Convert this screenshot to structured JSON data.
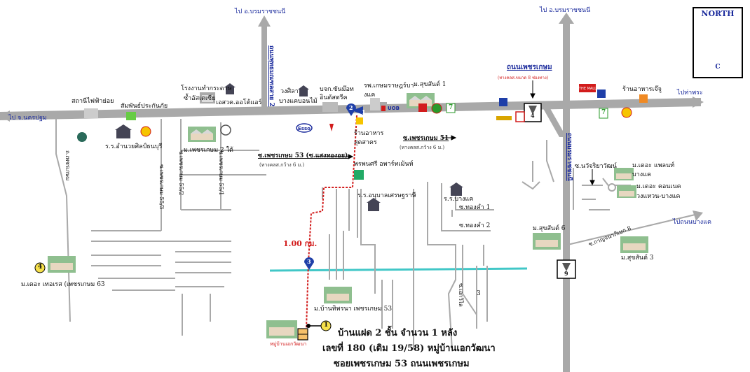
{
  "north_label": "NORTH",
  "north_sub": "C",
  "directions": {
    "top_left": "ไป อ.บรมราชชนนี",
    "top_right": "ไป อ.บรมราชชนนี",
    "left": "ไป จ.นครปฐม",
    "right": "ไปท่าพระ",
    "right_lower": "ไปถนนบางแค"
  },
  "roads": {
    "phetkasem_title": "ถนนเพชรเกษม",
    "phetkasem_sub": "(ทางคลส.ขนาด 8 ช่องทาง)",
    "soi53": "ซ.เพชรเกษม 53 (ซ.แสงทองอย)",
    "soi53_sub": "(ทางคลส.กว้าง 6 ม.)",
    "soi51": "ซ.เพชรเกษม 51",
    "soi51_sub": "(ทางคลส.กว้าง 6 ม.)",
    "borommaratchachonnani": "ถนนบรมราชชนนี",
    "pinklao_road": "ถนนพุทธมณฑลสาย 2",
    "soi_thongkham1": "ซ.ทองคำ 1",
    "soi_thongkham2": "ซ.ทองคำ 2",
    "soi_kanchanaphisek": "ซ.กาญจนาภิเษก 8",
    "soi_nawachariyawat": "ซ.นวัจริยาวัฒน์",
    "left_vertical": "ถ.เพชรเกษม",
    "soi55": "ซ.เพชรเกษม 55/1",
    "soi552": "ซ.เพชรเกษม 55/2",
    "soi553": "ซ.เพชรเกษม 55/3",
    "soi_aek": "ซ.เอกวิไล",
    "soi_nong": "ซ.หนองแขม",
    "soi_s3": "3"
  },
  "places": {
    "p1": "สถานีไฟฟ้าย่อย",
    "p2": "สัมพันธ์ประกันภัย",
    "p3": "โรงงานทำกระดาษ",
    "p3b": "ซ้ำอัสเตเซีย",
    "p4": "เอสวค.ออโต้แอร์",
    "p5": "วงศิลา",
    "p5b": "บางแคบอนไม้",
    "p6": "บจก.ซันม๊อท",
    "p6b": "อินดัสตรีค",
    "p7": "รพ.เกษมราษฎร์บา",
    "p7b": "งแค",
    "p8": "ม.สุขสันต์ 1",
    "p9": "ร.ร.อำนวยศิลป์ธนบุรี",
    "p10": "ม.เพชรเกษม 2 ใต้",
    "p11": "ร้านอาหาร",
    "p11b": "สุดสาคร",
    "p12": "พรพนศรี อพาร์ทเม้นท์",
    "p13": "ร.ร.อนุบาลเศรษฐราษี",
    "p14": "ร.ร.บางแค",
    "p15": "ม.เดอะ แพลนท์",
    "p15b": "บางแค",
    "p16": "ม.เดอะ คอนเนค",
    "p16b": "วงแหวน-บางแค",
    "p17": "ม.สุขสันต์ 6",
    "p18": "ม.สุขสันต์ 3",
    "p19": "ม.เดอะ เทอเรส (เพชรเกษม 63",
    "p20": "ม.บ้านทิพรนา เพชรเกษม 53",
    "p21": "หมู่บ้านเอกวัฒนา",
    "p22": "ร้านอาหารเจ๊จู"
  },
  "distance": "1.00 กม.",
  "markers": {
    "m1": "1",
    "m2": "2",
    "m3": "3",
    "m4": "4",
    "m9": "9",
    "sq4": "4"
  },
  "info_lines": [
    "บ้านแฝด 2 ชั้น จำนวน 1 หลัง",
    "เลขที่ 180 (เดิม 19/58) หมู่บ้านเอกวัฒนา",
    "ซอยเพชรเกษม 53 ถนนเพชรเกษม"
  ],
  "logos": {
    "esso": "Esso",
    "uob": "UOB",
    "mall": "THE MALL",
    "seven": "7"
  },
  "colors": {
    "road": "#a9a9a9",
    "canal": "#41c7c7",
    "route": "#d21c1c",
    "marker": "#1f3fa8",
    "north_bg": "#ffffa0",
    "target": "#f6e04a"
  }
}
